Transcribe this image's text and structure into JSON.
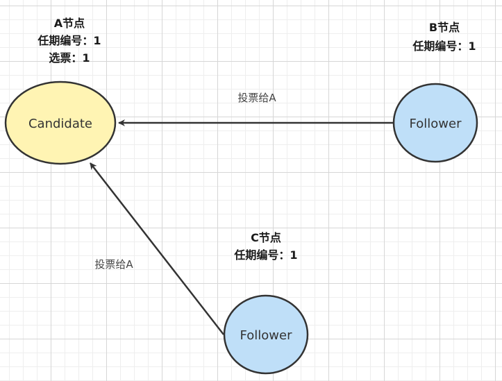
{
  "nodes": {
    "a": {
      "role": "Candidate",
      "title": "A节点",
      "term": "任期编号：1",
      "votes": "选票：1",
      "fill": "#fff4b3"
    },
    "b": {
      "role": "Follower",
      "title": "B节点",
      "term": "任期编号：1",
      "fill": "#bfdff8"
    },
    "c": {
      "role": "Follower",
      "title": "C节点",
      "term": "任期编号：1",
      "fill": "#bfdff8"
    }
  },
  "edges": [
    {
      "from": "b",
      "to": "a",
      "label": "投票给A"
    },
    {
      "from": "c",
      "to": "a",
      "label": "投票给A"
    }
  ],
  "colors": {
    "stroke": "#333333",
    "arrow": "#333333"
  }
}
